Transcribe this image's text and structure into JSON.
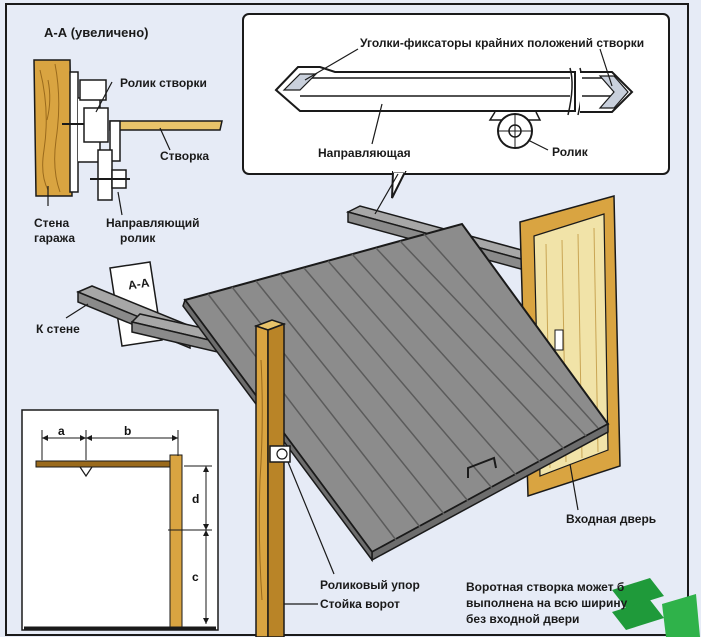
{
  "section_title": "А-А (увеличено)",
  "labels": {
    "ugolki": "Уголки-фиксаторы крайних положений створки",
    "napravlyayuschaya": "Направляющая",
    "rolik": "Ролик",
    "rolik_stvorki": "Ролик створки",
    "stvorka": "Створка",
    "stena_line1": "Стена",
    "stena_line2": "гаража",
    "napr_rolik_line1": "Направляющий",
    "napr_rolik_line2": "ролик",
    "k_stene": "К стене",
    "aa_marker": "А-А",
    "vhodnaya_dver": "Входная дверь",
    "rolikovy_upor": "Роликовый упор",
    "stoyka_vorot": "Стойка ворот",
    "note_line1": "Воротная створка может б",
    "note_line2": "выполнена на всю ширину",
    "note_line3": "без входной двери"
  },
  "dimensions": {
    "a": "a",
    "b": "b",
    "c": "c",
    "d": "d"
  },
  "colors": {
    "background": "#e6ebf6",
    "wood": "#d9a441",
    "wood_dark": "#9a6a1c",
    "door_panel": "#8c8c8c",
    "door_frame_light": "#f1e3a8",
    "logo_green": "#1f9a3a"
  }
}
